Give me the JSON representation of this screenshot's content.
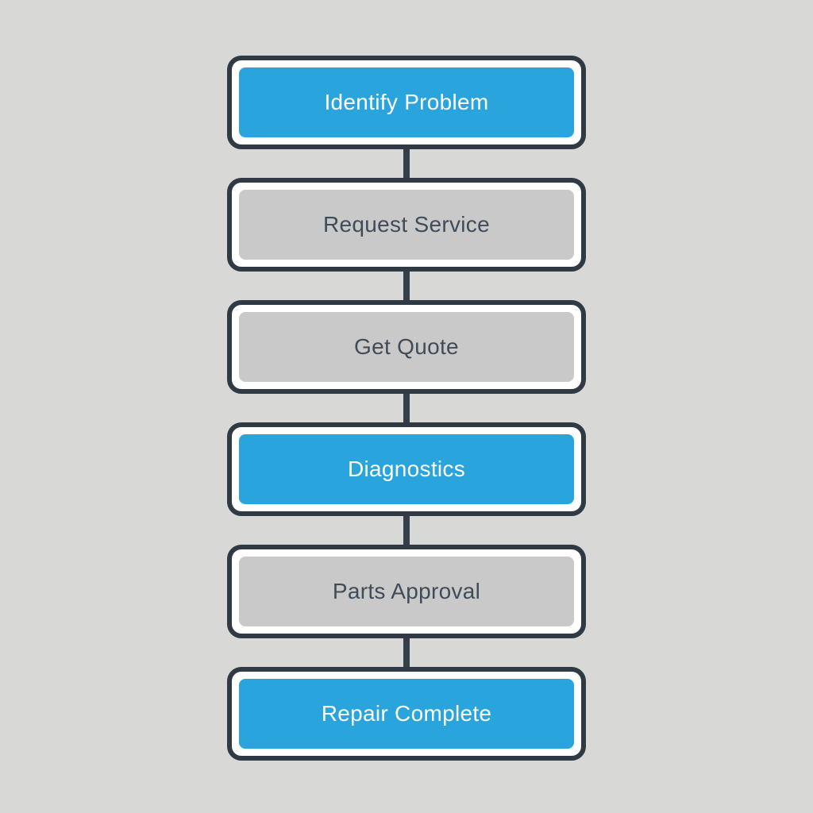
{
  "diagram": {
    "type": "flowchart",
    "orientation": "vertical",
    "nodes": [
      {
        "label": "Identify Problem",
        "variant": "blue"
      },
      {
        "label": "Request Service",
        "variant": "gray"
      },
      {
        "label": "Get Quote",
        "variant": "gray"
      },
      {
        "label": "Diagnostics",
        "variant": "blue"
      },
      {
        "label": "Parts Approval",
        "variant": "gray"
      },
      {
        "label": "Repair Complete",
        "variant": "blue"
      }
    ],
    "colors": {
      "background": "#d8d8d7",
      "node_outline": "#2f3a44",
      "node_inner_blue": "#29a4dd",
      "node_inner_gray": "#c9c9c9",
      "node_padding": "#ffffff",
      "connector": "#343f49",
      "text_on_blue": "#ffffff",
      "text_on_gray": "#404c58"
    }
  }
}
